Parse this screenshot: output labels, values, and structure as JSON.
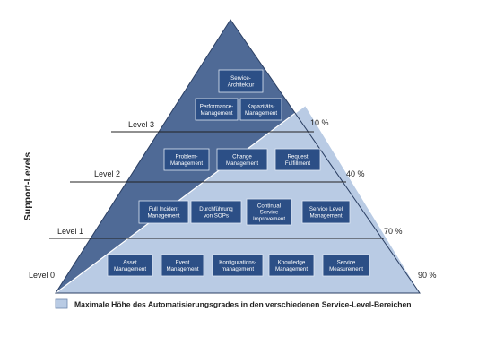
{
  "y_axis_label": "Support-Levels",
  "levels": [
    {
      "label": "Level 3",
      "percent": "10 %"
    },
    {
      "label": "Level 2",
      "percent": "40 %"
    },
    {
      "label": "Level 1",
      "percent": "70 %"
    },
    {
      "label": "Level 0",
      "percent": "90 %"
    }
  ],
  "boxes": {
    "service_architektur": "Service-\nArchitektur",
    "performance_management": "Performance-\nManagement",
    "kapazitaets_management": "Kapazitäts-\nManagement",
    "problem_management": "Problem-\nManagement",
    "change_management": "Change\nManagement",
    "request_fulfillment": "Request\nFulfillment",
    "full_incident_management": "Full Incident\nManagement",
    "durchfuehrung_sops": "Durchführung\nvon SOPs",
    "continual_service_improvement": "Continual\nService\nImprovement",
    "service_level_management": "Service Level\nManagement",
    "asset_management": "Asset\nManagement",
    "event_management": "Event\nManagement",
    "konfigurationsmanagement": "Konfigurations-\nmanagement",
    "knowledge_management": "Knowledge\nManagement",
    "service_measurement": "Service\nMeasurement"
  },
  "legend": {
    "text": "Maximale Höhe des Automatisierungsgrades in den verschiedenen Service-Level-Bereichen"
  },
  "colors": {
    "pyramid_dark": "#4f6a96",
    "pyramid_light": "#b9cbe4",
    "box_fill": "#2c4f86",
    "box_text": "#ffffff",
    "line": "#222222"
  }
}
